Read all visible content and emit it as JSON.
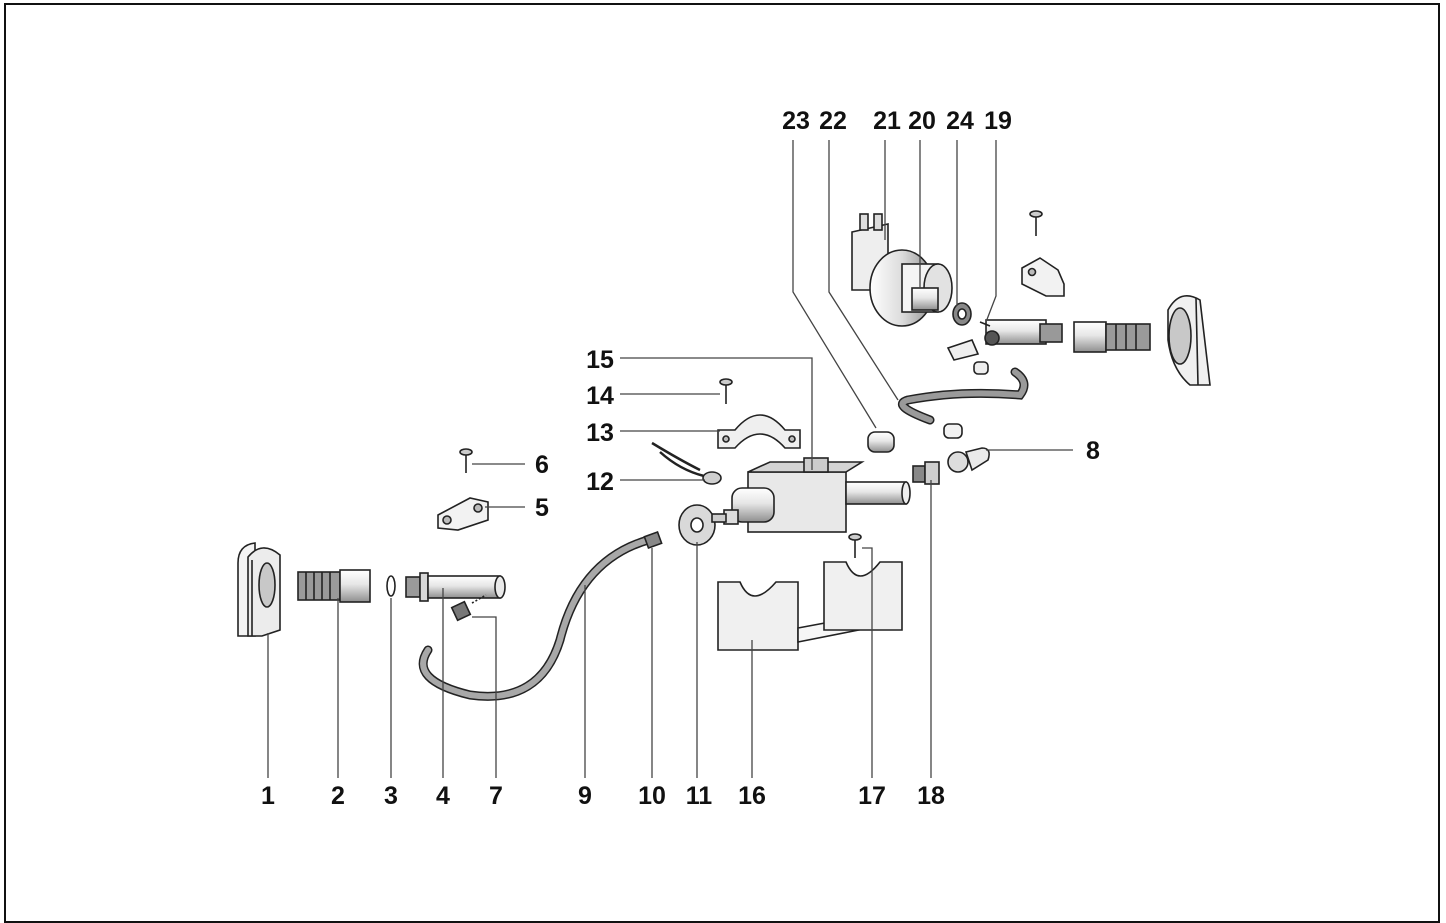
{
  "colors": {
    "outline": "#222222",
    "part_light": "#f2f2f2",
    "part_mid": "#cfcfcf",
    "part_dark": "#8a8a8a",
    "hose": "#9a9a9a",
    "frame": "#111111"
  },
  "callouts": {
    "c1": "1",
    "c2": "2",
    "c3": "3",
    "c4": "4",
    "c5": "5",
    "c6": "6",
    "c7": "7",
    "c8": "8",
    "c9": "9",
    "c10": "10",
    "c11": "11",
    "c12": "12",
    "c13": "13",
    "c14": "14",
    "c15": "15",
    "c16": "16",
    "c17": "17",
    "c18": "18",
    "c19": "19",
    "c20": "20",
    "c21": "21",
    "c22": "22",
    "c23": "23",
    "c24": "24"
  }
}
